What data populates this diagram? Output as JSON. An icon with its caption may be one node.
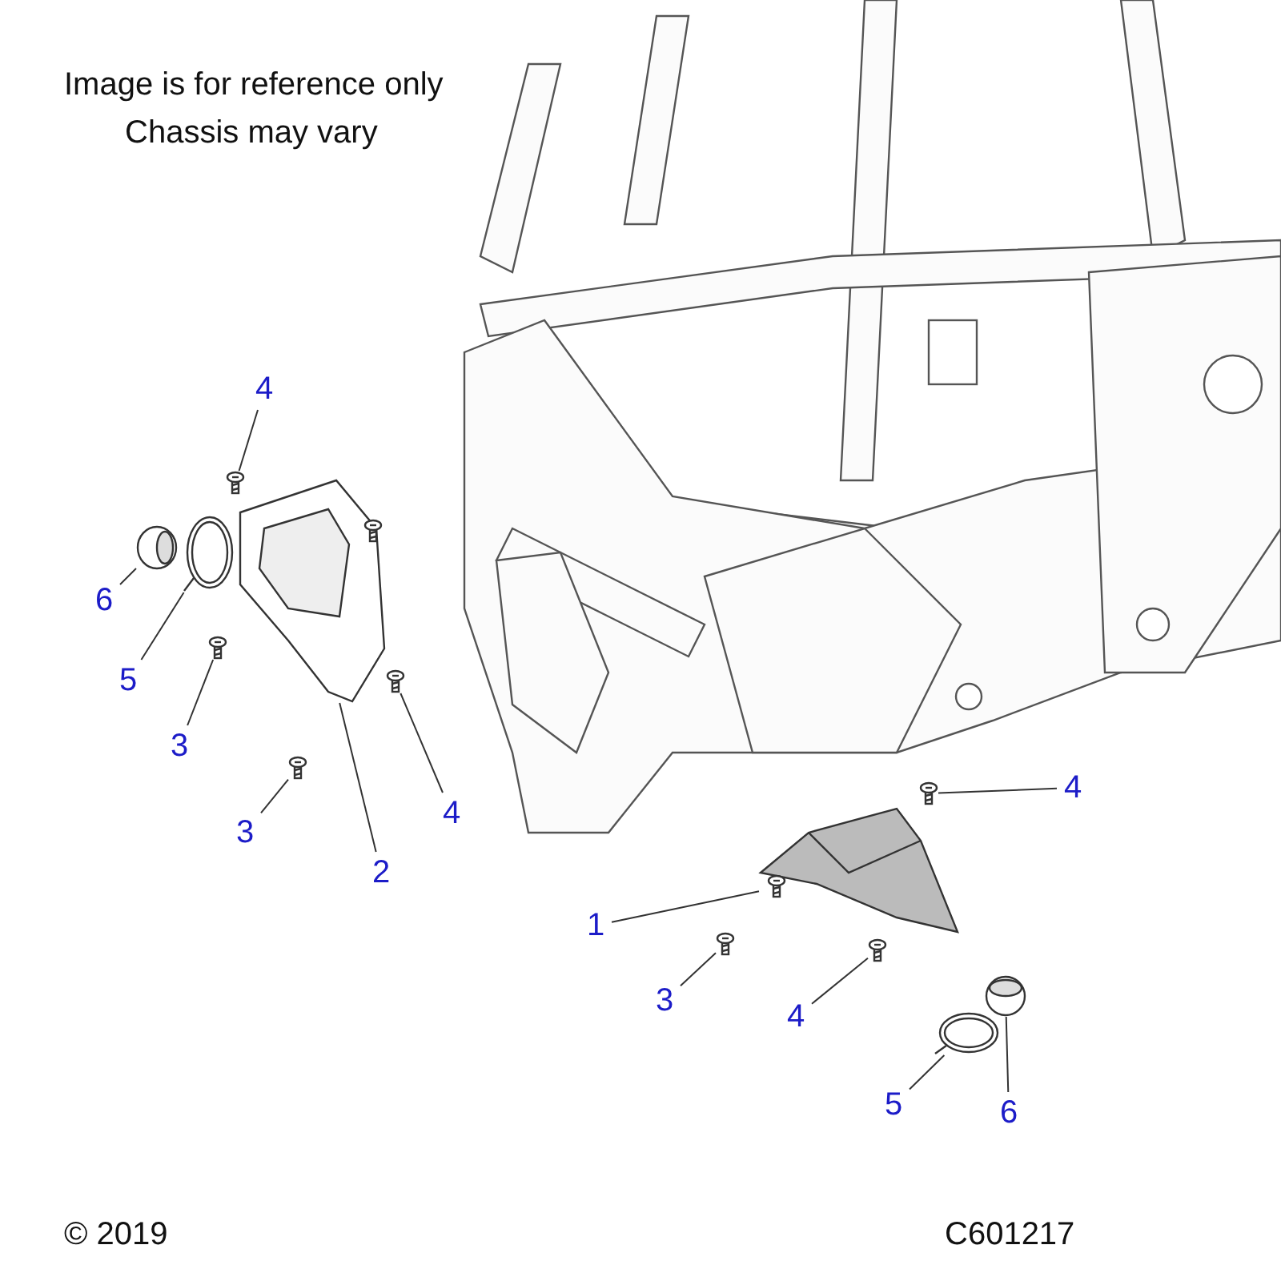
{
  "diagram": {
    "nodes": [
      {
        "text": [
          "4"
        ]
      },
      {
        "text": [
          "6"
        ]
      },
      {
        "text": [
          "5"
        ]
      },
      {
        "text": [
          "3"
        ]
      },
      {
        "text": [
          "4"
        ]
      },
      {
        "text": [
          "4"
        ]
      },
      {
        "text": [
          "3"
        ]
      },
      {
        "text": [
          "2"
        ]
      },
      {
        "text": [
          "1"
        ]
      },
      {
        "text": [
          "3"
        ]
      },
      {
        "text": [
          "4"
        ]
      },
      {
        "text": [
          "5"
        ]
      },
      {
        "text": [
          "6"
        ]
      },
      {
        "text": [],
        "shape": "picture"
      },
      {
        "text": [],
        "shape": "picture"
      },
      {
        "text": [],
        "shape": "picture"
      },
      {
        "text": [],
        "shape": "picture"
      },
      {
        "text": [],
        "shape": "picture"
      },
      {
        "text": [],
        "shape": "picture"
      },
      {
        "text": [],
        "shape": "picture"
      },
      {
        "text": [],
        "shape": "picture"
      },
      {
        "text": [],
        "shape": "picture"
      },
      {
        "text": [],
        "shape": "picture"
      },
      {
        "text": [],
        "shape": "picture"
      },
      {
        "text": [],
        "shape": "picture"
      },
      {
        "text": [],
        "shape": "picture"
      }
    ],
    "edges": [
      {
        "from": 0,
        "to": 13,
        "arrow": "none"
      },
      {
        "from": 1,
        "to": 14,
        "arrow": "none"
      },
      {
        "from": 2,
        "to": 15,
        "arrow": "none"
      },
      {
        "from": 3,
        "to": 16,
        "arrow": "none"
      },
      {
        "from": 4,
        "to": 17,
        "arrow": "none"
      },
      {
        "from": 5,
        "to": 18,
        "arrow": "none"
      },
      {
        "from": 6,
        "to": 19,
        "arrow": "none"
      },
      {
        "from": 7,
        "to": 20,
        "arrow": "none"
      },
      {
        "from": 8,
        "to": 21,
        "arrow": "none"
      },
      {
        "from": 9,
        "to": 22,
        "arrow": "none"
      },
      {
        "from": 10,
        "to": 23,
        "arrow": "none"
      },
      {
        "from": 11,
        "to": 24,
        "arrow": "none"
      },
      {
        "from": 12,
        "to": 25,
        "arrow": "none"
      }
    ],
    "labels": [
      "Image is for reference only",
      "Chassis may vary",
      "© 2019",
      "C601217"
    ]
  }
}
